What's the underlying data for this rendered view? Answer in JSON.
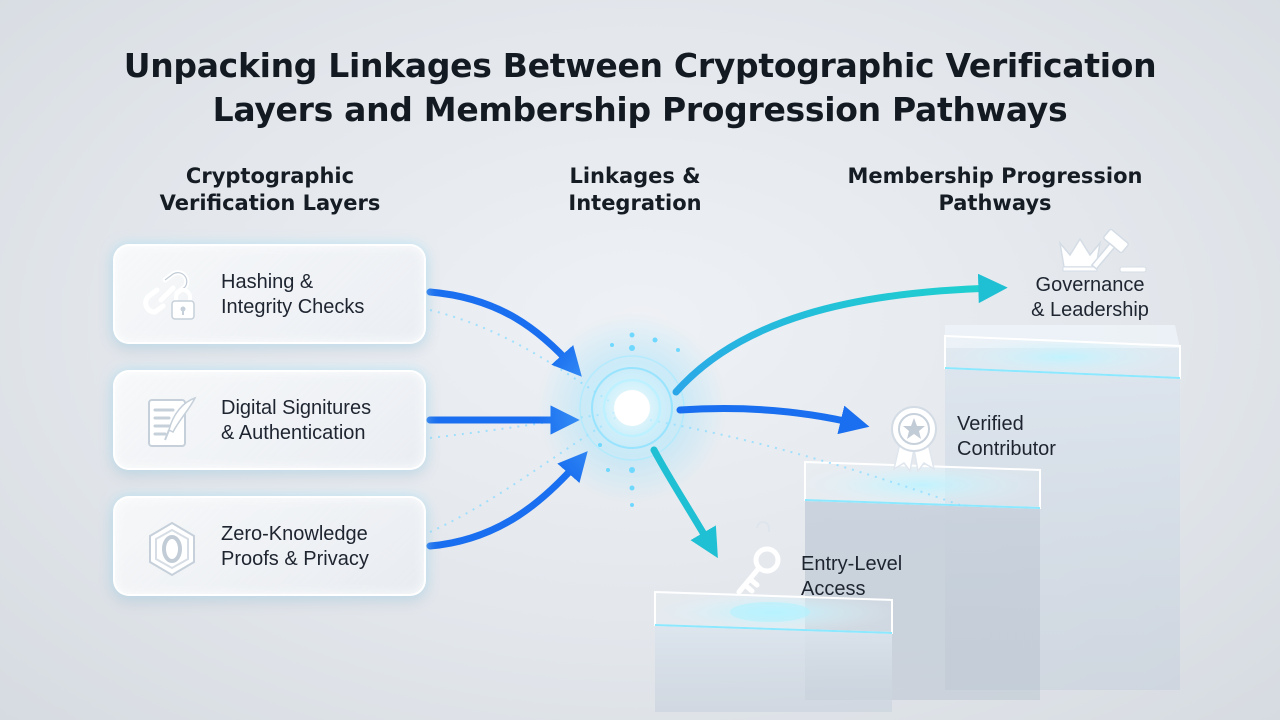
{
  "title": {
    "line1": "Unpacking Linkages Between Cryptographic Verification",
    "line2": "Layers and Membership Progression Pathways"
  },
  "columns": {
    "left": {
      "line1": "Cryptographic",
      "line2": "Verification Layers"
    },
    "middle": {
      "line1": "Linkages &",
      "line2": "Integration"
    },
    "right": {
      "line1": "Membership Progression",
      "line2": "Pathways"
    }
  },
  "layers": [
    {
      "line1": "Hashing &",
      "line2": "Integrity Checks",
      "icon": "chain-lock-icon"
    },
    {
      "line1": "Digital Signitures",
      "line2": "& Authentication",
      "icon": "quill-document-icon"
    },
    {
      "line1": "Zero-Knowledge",
      "line2": "Proofs & Privacy",
      "icon": "zero-hexagon-icon"
    }
  ],
  "stages": [
    {
      "line1": "Entry-Level",
      "line2": "Access",
      "icon": "key-icon"
    },
    {
      "line1": "Verified",
      "line2": "Contributor",
      "icon": "award-badge-icon"
    },
    {
      "line1": "Governance",
      "line2": "& Leadership",
      "icon": "crown-gavel-icon"
    }
  ],
  "colors": {
    "blue_arrow": "#1a6ff0",
    "teal_arrow": "#1fc0d3",
    "hub_glow": "#9fe6ff"
  }
}
